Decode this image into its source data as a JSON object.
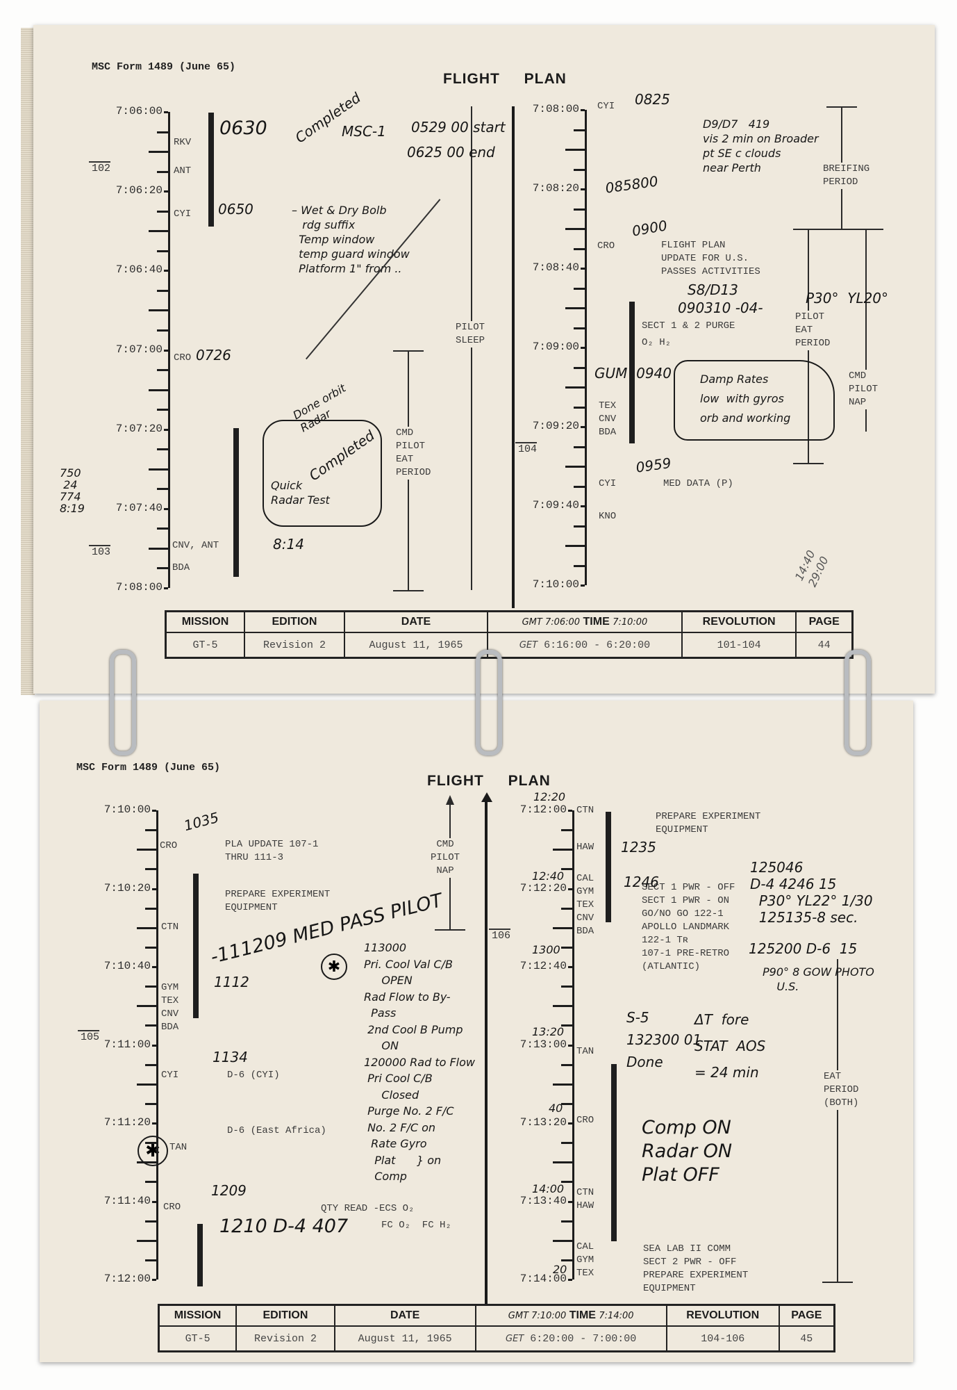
{
  "top_page": {
    "form_label": "MSC Form 1489 (June 65)",
    "title": "FLIGHT PLAN",
    "left_times": [
      "7:06:00",
      "7:06:20",
      "7:06:40",
      "7:07:00",
      "7:07:20",
      "7:07:40",
      "7:08:00"
    ],
    "right_times": [
      "7:08:00",
      "7:08:20",
      "7:08:40",
      "7:09:00",
      "7:09:20",
      "7:09:40",
      "7:10:00"
    ],
    "stations": {
      "rkv": "RKV",
      "ant": "ANT",
      "cyi": "CYI",
      "cro": "CRO",
      "cnv_ant": "CNV, ANT",
      "bda": "BDA",
      "r_cyi": "CYI",
      "r_cro": "CRO",
      "r_tex_cnv_bda": "TEX\nCNV\nBDA",
      "r_cyi2": "CYI",
      "r_kno": "KNO"
    },
    "revs": {
      "r102": "102",
      "r103": "103",
      "r104": "104"
    },
    "activities": {
      "pilot_sleep": "PILOT\nSLEEP",
      "cmd_pilot_eat": "CMD\nPILOT\nEAT\nPERIOD",
      "flight_plan_update": "FLIGHT PLAN\nUPDATE FOR U.S.\nPASSES ACTIVITIES",
      "sect_purge": "SECT 1 & 2 PURGE",
      "o2_h2": "O₂ H₂",
      "med_data": "MED DATA (P)",
      "briefing_period": "BREIFING\nPERIOD",
      "pilot_eat_period": "PILOT\nEAT\nPERIOD",
      "cmd_pilot_nap": "CMD\nPILOT\nNAP"
    },
    "handwritten": {
      "completed_1": "Completed",
      "t0630": "0630",
      "msc1": "MSC-1",
      "start": "0529 00 start",
      "end": "0625 00 end",
      "t0650": "0650",
      "wet_dry": "– Wet & Dry Bolb\n   rdg suffix\n  Temp window\n  temp guard window\n  Platform 1\" from ..",
      "t0726": "0726",
      "done_orbit": "Done orbit\nRadar",
      "completed_2": "Completed",
      "quick_radar": "Quick\nRadar Test",
      "t814": "8:14",
      "margin_calc": "750\n 24\n774\n8:19",
      "t0825": "0825",
      "d9_d7": "D9/D7   419\nvis 2 min on Broader\npt SE c clouds\nnear Perth",
      "t085800": "085800",
      "t0900": "0900",
      "s8_d13": "S8/D13",
      "t090310": "090310 -04-",
      "p30_yl20": "P30°  YL20°",
      "gum_0940": "GUM  0940",
      "damp_rates": "Damp Rates\nlow  with gyros\norb and working",
      "t0959": "0959",
      "margin_1440": "14:40\n29:00"
    },
    "table": {
      "headers": {
        "mission": "MISSION",
        "edition": "EDITION",
        "date": "DATE",
        "gmt_note": "GMT 7:06:00",
        "time": "TIME",
        "time_note": "7:10:00",
        "revolution": "REVOLUTION",
        "page": "PAGE"
      },
      "row": {
        "mission": "GT-5",
        "edition": "Revision 2",
        "date": "August 11, 1965",
        "get_label": "GET",
        "time": "6:16:00 - 6:20:00",
        "revolution": "101-104",
        "page": "44"
      }
    }
  },
  "bottom_page": {
    "form_label": "MSC Form 1489 (June 65)",
    "title": "FLIGHT PLAN",
    "left_times": [
      "7:10:00",
      "7:10:20",
      "7:10:40",
      "7:11:00",
      "7:11:20",
      "7:11:40",
      "7:12:00"
    ],
    "right_times": [
      "7:12:00",
      "7:12:20",
      "7:12:40",
      "7:13:00",
      "7:13:20",
      "7:13:40",
      "7:14:00"
    ],
    "stations": {
      "cro": "CRO",
      "ctn": "CTN",
      "gym_group": "GYM\nTEX\nCNV\nBDA",
      "cyi": "CYI",
      "tan": "TAN",
      "cro2": "CRO",
      "r_ctn": "CTN",
      "r_haw": "HAW",
      "r_cal_group": "CAL\nGYM\nTEX\nCNV\nBDA",
      "r_tan": "TAN",
      "r_cro": "CRO",
      "r_ctn_haw": "CTN\nHAW",
      "r_cal_gym_tex": "CAL\nGYM\nTEX"
    },
    "revs": {
      "r105": "105",
      "r106": "106"
    },
    "activities": {
      "pla_update": "PLA UPDATE 107-1\nTHRU 111-3",
      "prepare_exp": "PREPARE EXPERIMENT\nEQUIPMENT",
      "d6_cyi": "D-6 (CYI)",
      "d6_east_africa": "D-6 (East Africa)",
      "qty_read": "QTY READ -ECS O₂",
      "fc": "FC O₂  FC H₂",
      "cmd_pilot_nap": "CMD\nPILOT\nNAP",
      "prepare_exp_r": "PREPARE EXPERIMENT\nEQUIPMENT",
      "sect_pwr": "SECT 1 PWR - OFF\nSECT 1 PWR - ON\nGO/NO GO 122-1\nAPOLLO LANDMARK\n122-1 Tʀ\n107-1 PRE-RETRO\n(ATLANTIC)",
      "sea_lab": "SEA LAB II COMM\nSECT 2 PWR - OFF\nPREPARE EXPERIMENT\nEQUIPMENT",
      "eat_period": "EAT\nPERIOD\n(BOTH)"
    },
    "handwritten": {
      "t1035": "1035",
      "med_pass": "-111209 MED PASS PILOT",
      "t1112": "1112",
      "procedure": "113000\nPri. Cool Val C/B\n     OPEN\nRad Flow to By-\n  Pass\n 2nd Cool B Pump\n     ON\n120000 Rad to Flow\n Pri Cool C/B\n     Closed\n Purge No. 2 F/C\n No. 2 F/C on\n  Rate Gyro\n   Plat      } on\n   Comp",
      "t1134": "1134",
      "t1209": "1209",
      "d4_407": "1210 D-4 407",
      "t1220": "12:20",
      "t1235": "1235",
      "t1240": "12:40",
      "t1246": "1246",
      "t1300": "1300",
      "d4_4246": "125046\nD-4 4246 15\n  P30° YL22° 1/30\n  125135-8 sec.",
      "d6_15": "125200 D-6  15",
      "photo": "P90° 8 GOW PHOTO\n    U.S.",
      "s5": "S-5\n132300 01\nDone",
      "delta_t": "ΔT  fore\nSTAT  AOS\n= 24 min",
      "t1320": "13:20",
      "t40": "40",
      "comp_on": "Comp ON\nRadar ON\nPlat OFF",
      "t1400": "14:00",
      "t20": "20"
    },
    "table": {
      "headers": {
        "mission": "MISSION",
        "edition": "EDITION",
        "date": "DATE",
        "gmt_note": "GMT 7:10:00",
        "time": "TIME",
        "time_note": "7:14:00",
        "revolution": "REVOLUTION",
        "page": "PAGE"
      },
      "row": {
        "mission": "GT-5",
        "edition": "Revision 2",
        "date": "August 11, 1965",
        "get_label": "GET",
        "time": "6:20:00 - 7:00:00",
        "revolution": "104-106",
        "page": "45"
      }
    }
  }
}
